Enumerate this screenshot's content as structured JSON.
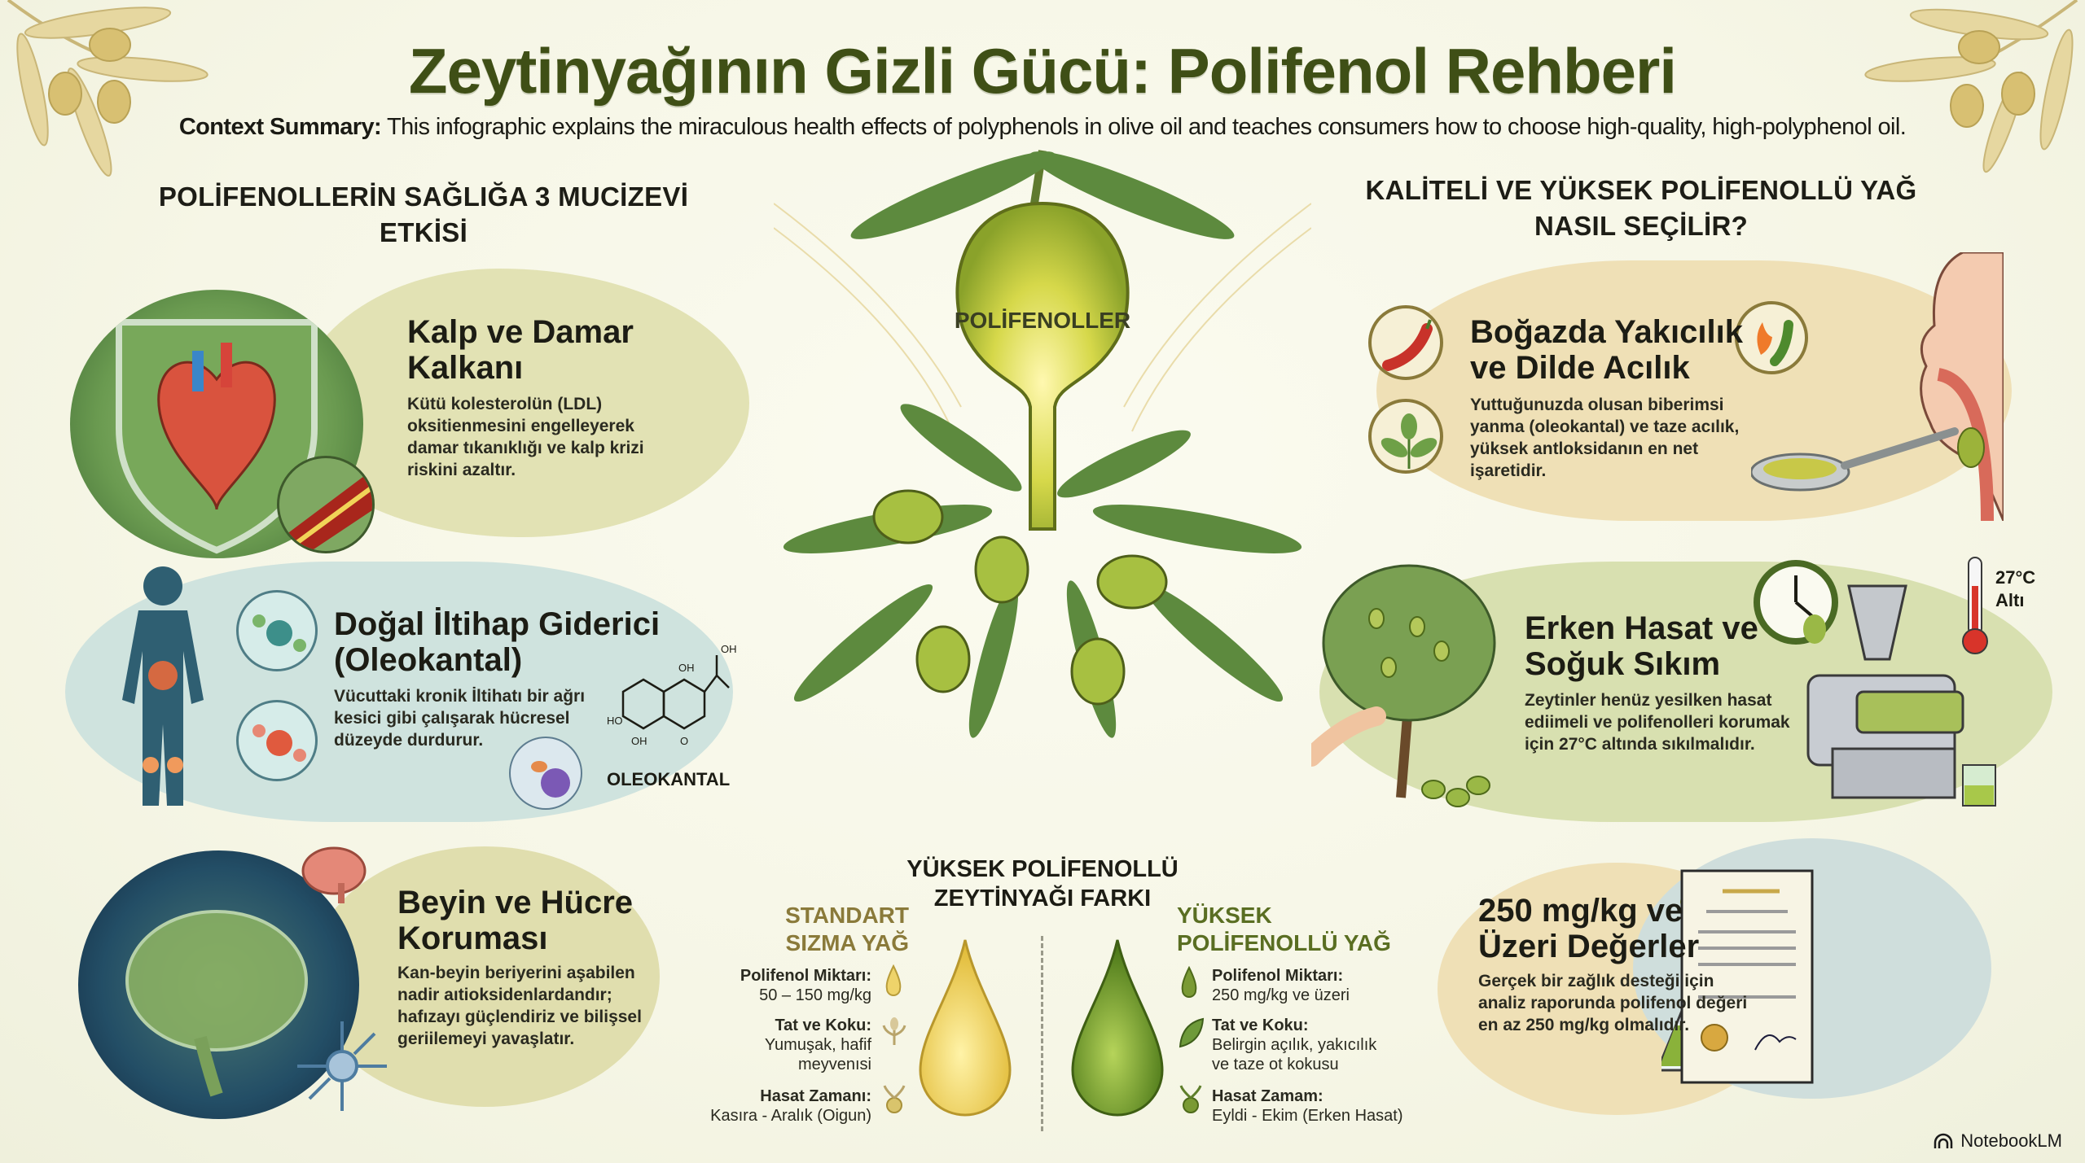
{
  "header": {
    "title": "Zeytinyağının Gizli Gücü: Polifenol Rehberi",
    "summary_label": "Context Summary:",
    "summary_text": " This infographic explains the miraculous health effects of polyphenols in olive oil and teaches consumers how to choose high-quality, high-polyphenol oil."
  },
  "left_section": {
    "heading": "POLİFENOLLERİN SAĞLIĞA 3 MUCİZEVİ ETKİSİ",
    "cards": [
      {
        "title_line1": "Kalp ve Damar",
        "title_line2": "Kalkanı",
        "body": [
          "Kütü kolesterolün (LDL)",
          "oksitienmesini engelleyerek",
          "damar tıkanıklığı ve kalp krizi",
          "riskini azaltır."
        ],
        "icon": "heart-shield-icon"
      },
      {
        "title_line1": "Doğal İltihap Giderici",
        "title_line2": "(Oleokantal)",
        "body": [
          "Vücuttaki kronik İltihatı bir ağrı",
          "kesici gibi çalışarak hücresel",
          "düzeyde durdurur."
        ],
        "icon": "body-inflammation-icon",
        "molecule_label": "OLEOKANTAL",
        "molecule_atoms": [
          "OH",
          "OH",
          "HO",
          "OH",
          "O"
        ]
      },
      {
        "title_line1": "Beyin ve Hücre",
        "title_line2": "Koruması",
        "body": [
          "Kan-beyin beriyerini aşabilen",
          "nadir aıtioksidenlardandır;",
          "hafızayı güçlendiriz ve bilişsel",
          "geriilemeyi yavaşlatır."
        ],
        "icon": "brain-icon"
      }
    ]
  },
  "center": {
    "olive_label": "POLİFENOLLER",
    "comparison": {
      "heading_line1": "YÜKSEK POLİFENOLLÜ",
      "heading_line2": "ZEYTİNYAĞI FARKI",
      "standard": {
        "title_line1": "STANDART",
        "title_line2": "SIZMA YAĞ",
        "color": "#8a7a3a",
        "rows": [
          {
            "label": "Polifenol Miktarı:",
            "value": "50 – 150 mg/kg"
          },
          {
            "label": "Tat ve Koku:",
            "value": "Yumuşak, hafif",
            "value2": "meyvenısi"
          },
          {
            "label": "Hasat Zamanı:",
            "value": "Kasıra - Aralık (Oigun)"
          }
        ]
      },
      "high": {
        "title_line1": "YÜKSEK",
        "title_line2": "POLİFENOLLÜ YAĞ",
        "color": "#5a6e22",
        "rows": [
          {
            "label": "Polifenol Miktarı:",
            "value": "250 mg/kg ve üzeri"
          },
          {
            "label": "Tat ve Koku:",
            "value": "Belirgin açılık, yakıcılık",
            "value2": "ve taze ot kokusu"
          },
          {
            "label": "Hasat Zamam:",
            "value": "Eyldi - Ekim (Erken Hasat)"
          }
        ]
      }
    }
  },
  "right_section": {
    "heading_line1": "KALİTELİ VE YÜKSEK POLİFENOLLÜ YAĞ",
    "heading_line2": "NASIL SEÇİLİR?",
    "cards": [
      {
        "title_line1": "Boğazda Yakıcılık",
        "title_line2": "ve Dilde Acılık",
        "body": [
          "Yuttuğunuzda olusan biberimsi",
          "yanma (oleokantal) ve taze acılık,",
          "yüksek antloksidanın en net",
          "işaretidir."
        ],
        "icons": [
          "chili-pepper-icon",
          "leaf-sprout-icon",
          "throat-spoon-icon"
        ]
      },
      {
        "title_line1": "Erken Hasat ve",
        "title_line2": "Soğuk Sıkım",
        "body": [
          "Zeytinler henüz yesilken hasat",
          "ediimeli ve polifenolleri korumak",
          "için 27°C altında sıkılmalıdır."
        ],
        "thermo_line1": "27°C",
        "thermo_line2": "Altı",
        "icons": [
          "olive-tree-icon",
          "clock-icon",
          "press-machine-icon",
          "thermometer-icon"
        ]
      },
      {
        "title_line1": "250 mg/kg ve",
        "title_line2": "Üzeri Değerler",
        "body": [
          "Gerçek bir zağlık desteği için",
          "analiz raporunda polifenol değeri",
          "en az 250 mg/kg olmalıdır."
        ],
        "icons": [
          "flask-icon",
          "certificate-icon"
        ]
      }
    ]
  },
  "footer": {
    "brand": "NotebookLM"
  },
  "colors": {
    "title": "#3f4f16",
    "bubble_olive": "#e2e2b4",
    "bubble_teal": "#cfe3de",
    "bubble_sand": "#efe0b6",
    "bubble_green": "#d8e0b0",
    "standard_drop": "#f2d75a",
    "high_drop": "#6c9626"
  }
}
